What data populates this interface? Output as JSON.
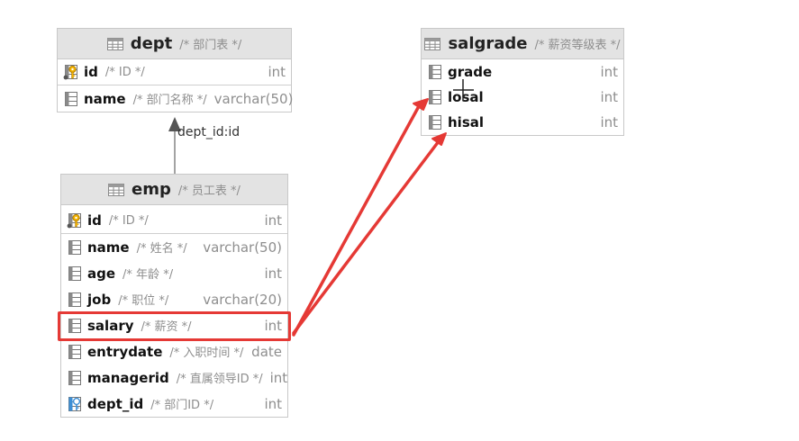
{
  "colors": {
    "annotation": "#e53935",
    "header_bg": "#e3e3e3",
    "border": "#c8c8c8",
    "muted_text": "#8e8e8e"
  },
  "tables": {
    "dept": {
      "name": "dept",
      "comment": "/* 部门表 */",
      "columns": [
        {
          "name": "id",
          "comment": "/* ID */",
          "type": "int",
          "icon": "primary-key-icon"
        },
        {
          "name": "name",
          "comment": "/* 部门名称 */",
          "type": "varchar(50)",
          "icon": "column-icon"
        }
      ]
    },
    "salgrade": {
      "name": "salgrade",
      "comment": "/* 薪资等级表 */",
      "columns": [
        {
          "name": "grade",
          "type": "int",
          "icon": "column-icon"
        },
        {
          "name": "losal",
          "type": "int",
          "icon": "column-icon"
        },
        {
          "name": "hisal",
          "type": "int",
          "icon": "column-icon"
        }
      ]
    },
    "emp": {
      "name": "emp",
      "comment": "/* 员工表 */",
      "columns": [
        {
          "name": "id",
          "comment": "/* ID */",
          "type": "int",
          "icon": "primary-key-icon"
        },
        {
          "name": "name",
          "comment": "/* 姓名 */",
          "type": "varchar(50)",
          "icon": "column-icon"
        },
        {
          "name": "age",
          "comment": "/* 年龄 */",
          "type": "int",
          "icon": "column-icon"
        },
        {
          "name": "job",
          "comment": "/* 职位 */",
          "type": "varchar(20)",
          "icon": "column-icon"
        },
        {
          "name": "salary",
          "comment": "/* 薪资 */",
          "type": "int",
          "icon": "column-icon"
        },
        {
          "name": "entrydate",
          "comment": "/* 入职时间 */",
          "type": "date",
          "icon": "column-icon"
        },
        {
          "name": "managerid",
          "comment": "/* 直属领导ID */",
          "type": "int",
          "icon": "column-icon"
        },
        {
          "name": "dept_id",
          "comment": "/* 部门ID */",
          "type": "int",
          "icon": "foreign-key-icon"
        }
      ]
    }
  },
  "relationship_label": "dept_id:id"
}
